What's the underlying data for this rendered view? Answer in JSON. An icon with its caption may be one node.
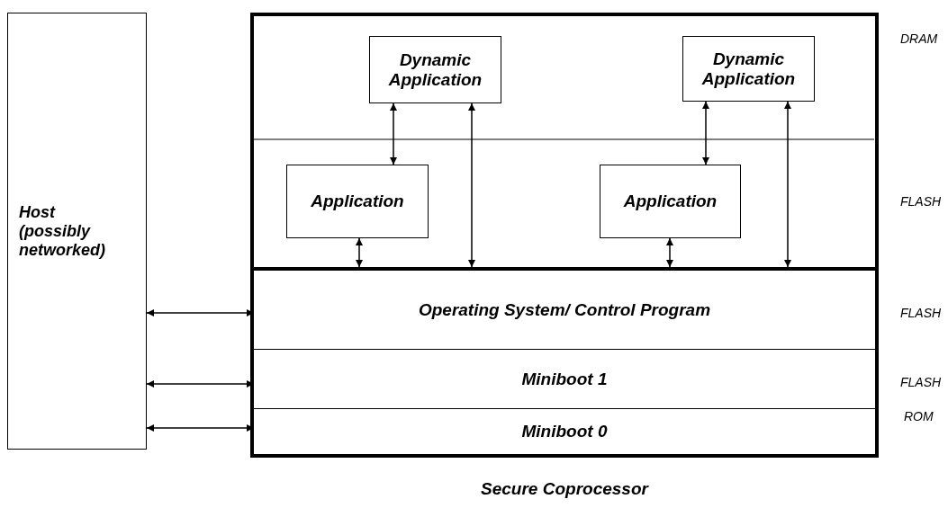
{
  "diagram": {
    "nodes": [
      {
        "text": [
          "Host (possibly networked)"
        ]
      },
      {
        "text": [
          "Secure Coprocessor"
        ]
      },
      {
        "text": [
          "Dynamic Application"
        ],
        "in": 1
      },
      {
        "text": [
          "Dynamic Application"
        ],
        "in": 1
      },
      {
        "text": [
          "Application"
        ],
        "in": 1
      },
      {
        "text": [
          "Application"
        ],
        "in": 1
      },
      {
        "text": [
          "Operating System/ Control Program"
        ],
        "in": 1
      },
      {
        "text": [
          "Miniboot 1"
        ],
        "in": 1
      },
      {
        "text": [
          "Miniboot 0"
        ],
        "in": 1
      }
    ],
    "edges": [
      {
        "from": 2,
        "to": 4,
        "arrow": "both"
      },
      {
        "from": 2,
        "to": 6,
        "arrow": "both"
      },
      {
        "from": 4,
        "to": 6,
        "arrow": "both"
      },
      {
        "from": 3,
        "to": 5,
        "arrow": "both"
      },
      {
        "from": 3,
        "to": 6,
        "arrow": "both"
      },
      {
        "from": 5,
        "to": 6,
        "arrow": "both"
      },
      {
        "from": 0,
        "to": 6,
        "arrow": "both"
      },
      {
        "from": 0,
        "to": 7,
        "arrow": "both"
      },
      {
        "from": 0,
        "to": 8,
        "arrow": "both"
      }
    ],
    "labels": [
      "DRAM",
      "FLASH",
      "FLASH",
      "FLASH",
      "ROM"
    ]
  }
}
